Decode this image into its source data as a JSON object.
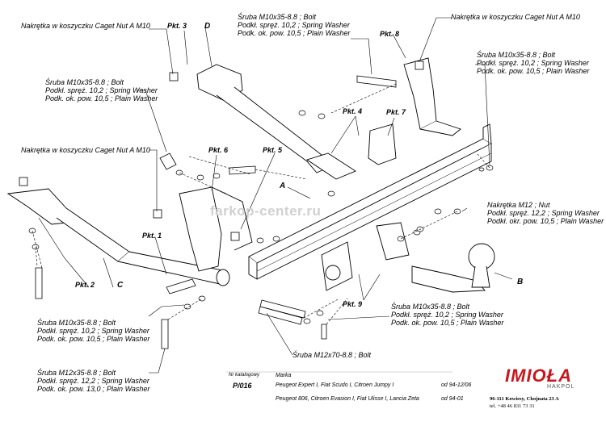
{
  "labels": {
    "nut_top_left": "Nakrętka w koszyczku Caget Nut A M10",
    "pkt3": "Pkt. 3",
    "letter_d": "D",
    "bolt_top_center": [
      "Śruba M10x35-8.8   ;  Bolt",
      "Podkł. spręż. 10,2 ; Spring Washer",
      "Podk. ok. pow. 10,5 ; Plain Washer"
    ],
    "nut_top_right": "Nakrętka w koszyczku Caget Nut A M10",
    "pkt8": "Pkt. 8",
    "bolt_right": [
      "Śruba M10x35-8.8   ;  Bolt",
      "Podkł. spręż. 10,2 ; Spring Washer",
      "Podk. ok. pow. 10,5 ; Plain Washer"
    ],
    "bolt_left_mid": [
      "Śruba M10x35-8.8   ;  Bolt",
      "Podkł. spręż. 10,2 ; Spring Washer",
      "Podk. ok. pow. 10,5 ; Plain Washer"
    ],
    "pkt4": "Pkt. 4",
    "pkt7": "Pkt. 7",
    "nut_left": "Nakrętka w koszyczku Caget Nut A M10",
    "pkt6": "Pkt. 6",
    "pkt5": "Pkt. 5",
    "letter_a": "A",
    "nut_m12": [
      "Nakrętka  M12 ; Nut",
      "Podkł. spręż. 12,2 ; Spring Washer",
      "Podkł. okr. pow. 10,5 ; Plain Washer"
    ],
    "pkt1": "Pkt. 1",
    "pkt2": "Pkt. 2",
    "letter_c": "C",
    "letter_b": "B",
    "pkt9": "Pkt. 9",
    "bolt_bottom_left": [
      "Śruba M10x35-8.8  ;  Bolt",
      "Podkł. spręż. 10,2 ; Spring Washer",
      "Podk. ok. pow. 10,5 ; Plain Washer"
    ],
    "bolt_bottom_center": [
      "Śruba M10x35-8.8  ;  Bolt",
      "Podkł. spręż. 10,2 ; Spring Washer",
      "Podk. ok. pow. 10,5 ; Plain Washer"
    ],
    "bolt_m12": "Śruba M12x70-8.8  ;  Bolt",
    "bolt_m12_bottom": [
      "Śruba M12x35-8.8   ;  Bolt",
      "Podkł. spręż. 12,2 ; Spring Washer",
      "Podk. ok. pow. 13,0 ; Plain Washer"
    ]
  },
  "watermark": "farkop-center.ru",
  "title_block": {
    "catalog_label": "Nr katalogowy",
    "catalog_number": "P/016",
    "brand_label": "Marka",
    "models": [
      {
        "name": "Peugeot Expert I, Fiat Scudo I, Citroen Jumpy I",
        "years": "od 94-12/06"
      },
      {
        "name": "Peugeot 806, Citroen Evasion I, Fiat Ulisse I, Lancia Zeta",
        "years": "od 94-01"
      }
    ],
    "logo_text": "IMIOŁA",
    "logo_sub": "HAKPOL",
    "address": "96-111 Kowiesy, Chojnata 23 A",
    "phone": "tel. +48 46 831 73 31"
  },
  "colors": {
    "logo_red": "#c8161d",
    "line": "#000000",
    "watermark": "#d0d0d0"
  }
}
